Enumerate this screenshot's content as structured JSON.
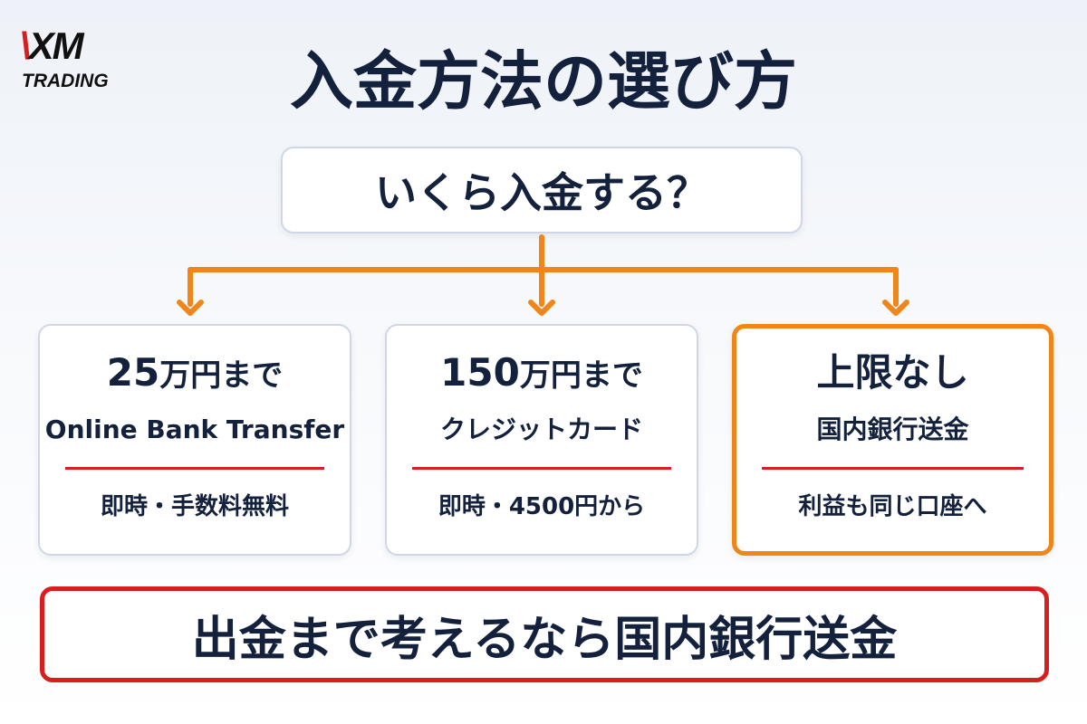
{
  "logo": {
    "mark": "XM",
    "sub": "TRADING"
  },
  "title": "入金方法の選び方",
  "question": "いくら入金する？",
  "options": [
    {
      "limit_value": "25",
      "limit_suffix": "万円まで",
      "method": "Online Bank Transfer",
      "note": "即時・手数料無料",
      "highlighted": false
    },
    {
      "limit_value": "150",
      "limit_suffix": "万円まで",
      "method": "クレジットカード",
      "note": "即時・4500円から",
      "highlighted": false
    },
    {
      "limit_value": "",
      "limit_suffix": "上限なし",
      "method": "国内銀行送金",
      "note": "利益も同じ口座へ",
      "highlighted": true
    }
  ],
  "conclusion": "出金まで考えるなら国内銀行送金",
  "colors": {
    "navy": "#14213d",
    "orange_arrow": "#f08519",
    "red_accent": "#d81e1e",
    "card_border": "#cfd7e6"
  }
}
